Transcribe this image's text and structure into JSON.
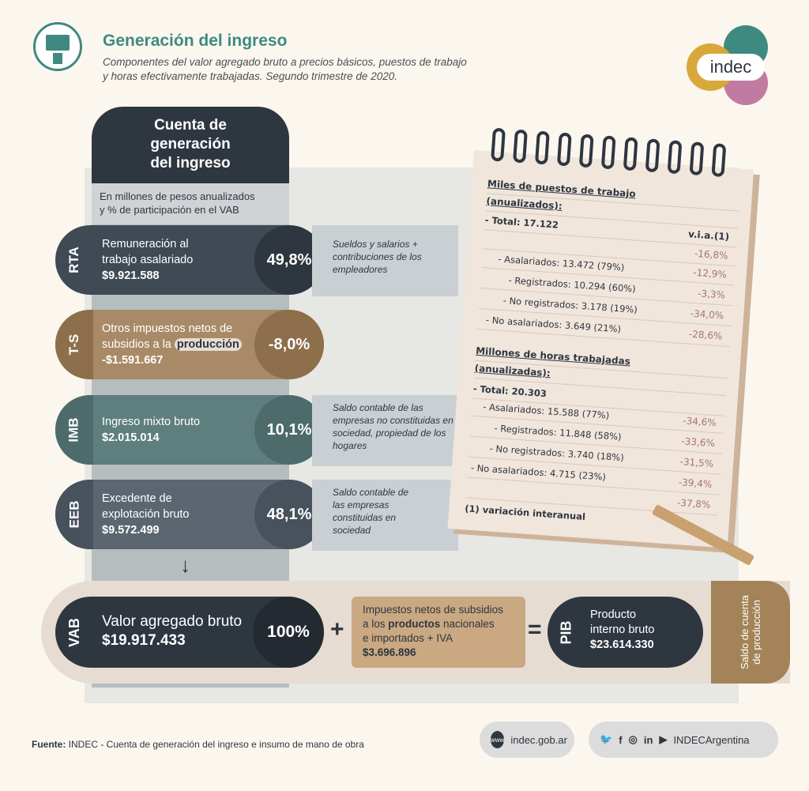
{
  "header": {
    "title": "Generación del ingreso",
    "subtitle_line1": "Componentes del valor agregado bruto a precios básicos, puestos de trabajo",
    "subtitle_line2": "y horas efectivamente trabajadas. Segundo trimestre de 2020.",
    "logo": "indec",
    "icon": "envelope-up-icon"
  },
  "column": {
    "title_l1": "Cuenta de",
    "title_l2": "generación",
    "title_l3": "del ingreso",
    "subtitle_l1": "En millones de pesos anualizados",
    "subtitle_l2": "y % de participación en el VAB"
  },
  "rows": [
    {
      "tag": "RTA",
      "l1": "Remuneración al",
      "l2": "trabajo asalariado",
      "value": "$9.921.588",
      "pct": "49,8%",
      "note": "Sueldos y salarios + contribuciones de los empleadores",
      "color": "#3f4a55"
    },
    {
      "tag": "T-S",
      "l1": "Otros impuestos netos de",
      "l2a": "subsidios a la ",
      "l2b": "producción",
      "value": "-$1.591.667",
      "pct": "-8,0%",
      "color": "#a88a66"
    },
    {
      "tag": "IMB",
      "l1": "Ingreso mixto bruto",
      "value": "$2.015.014",
      "pct": "10,1%",
      "note": "Saldo contable de las empresas no constituidas en sociedad, propiedad de los hogares",
      "color": "#4d6b6b"
    },
    {
      "tag": "EEB",
      "l1": "Excedente de",
      "l2": "explotación bruto",
      "value": "$9.572.499",
      "pct": "48,1%",
      "note": "Saldo contable de las empresas constituidas en sociedad",
      "color": "#5b6670"
    }
  ],
  "bottom": {
    "vab_tag": "VAB",
    "vab_label": "Valor agregado bruto",
    "vab_value": "$19.917.433",
    "vab_pct": "100%",
    "plus": "+",
    "imp_l1": "Impuestos netos de subsidios",
    "imp_l2a": "a los ",
    "imp_l2b": "productos",
    "imp_l2c": " nacionales",
    "imp_l3": "e importados + IVA",
    "imp_value": "$3.696.896",
    "equals": "=",
    "pib_tag": "PIB",
    "pib_l1": "Producto",
    "pib_l2": "interno bruto",
    "pib_value": "$23.614.330",
    "saldo": "Saldo de cuenta de producción"
  },
  "notebook": {
    "jobs_title_l1": "Miles de puestos de trabajo",
    "jobs_title_l2": "(anualizados):",
    "via_header": "v.i.a.(1)",
    "jobs": [
      {
        "label": "- Total: 17.122",
        "via": "-16,8%"
      },
      {
        "label": "- Asalariados: 13.472 (79%)",
        "via": "-12,9%"
      },
      {
        "label": "- Registrados: 10.294 (60%)",
        "via": "-3,3%"
      },
      {
        "label": "- No registrados: 3.178 (19%)",
        "via": "-34,0%"
      },
      {
        "label": "- No asalariados: 3.649 (21%)",
        "via": "-28,6%"
      }
    ],
    "hours_title_l1": "Millones de horas trabajadas",
    "hours_title_l2": "(anualizadas):",
    "hours": [
      {
        "label": "- Total: 20.303",
        "via": "-34,6%"
      },
      {
        "label": "- Asalariados: 15.588 (77%)",
        "via": "-33,6%"
      },
      {
        "label": "- Registrados: 11.848 (58%)",
        "via": "-31,5%"
      },
      {
        "label": "- No registrados: 3.740 (18%)",
        "via": "-39,4%"
      },
      {
        "label": "- No asalariados: 4.715 (23%)",
        "via": "-37,8%"
      }
    ],
    "footnote": "(1) variación interanual"
  },
  "footer": {
    "source_label": "Fuente:",
    "source_text": " INDEC - Cuenta de generación del ingreso e insumo de mano de obra",
    "www": "www",
    "site": "indec.gob.ar",
    "social_handle": "INDECArgentina"
  }
}
